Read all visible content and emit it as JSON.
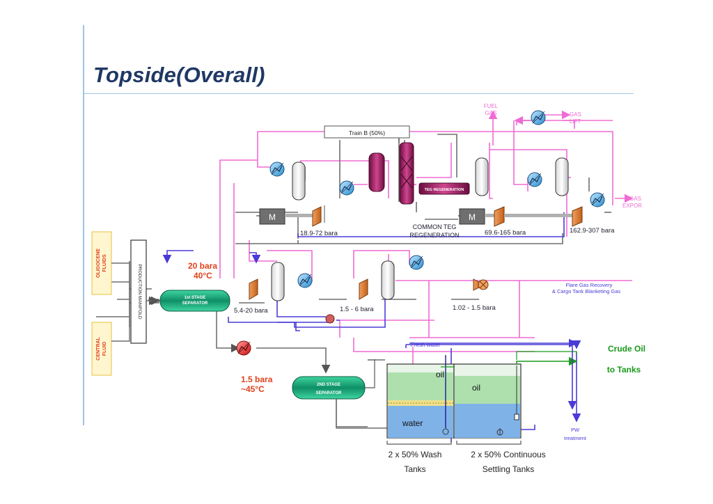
{
  "title": "Topside(Overall)",
  "colors": {
    "pink_line": "#f06bd4",
    "gray_line": "#6f6f6f",
    "blue_line": "#4a3bd6",
    "separator": "#1aa37a",
    "orange_label": "#e0421a",
    "green_label": "#1a9a1a",
    "teg_column": "#8a1456"
  },
  "labels": {
    "fuel_gas": "FUEL\nGAS",
    "gas_lift": "GAS\nLIFT",
    "gas_export": "GAS\nEXPOR",
    "train_b": "Train B (50%)",
    "teg_regeneration": "TEG REGENERATION",
    "motor": "M",
    "p_18_9_72": "18.9-72 bara",
    "common_teg": "COMMON TEG\nREGENERATION",
    "p_69_6_165": "69.6-165 bara",
    "p_162_9_307": "162.9-307 bara",
    "oligocene_fluids": "OLIGOCENE\nFLUIDS",
    "central_fluid": "CENTRAL\nFLUID",
    "production_manifold": "PRODUCTION MANIFOLD",
    "cond1": "20 bara\n40°C",
    "first_stage": "1st STAGE\nSEPARATOR",
    "p_5_4_20": "5.4-20 bara",
    "p_1_5_6": "1.5 - 6 bara",
    "p_1_02_1_5": "1.02 - 1.5 bara",
    "flare_gas": "Flare Gas Recovery\n& Cargo Tank Blanketing Gas",
    "cond2": "1.5 bara\n~45°C",
    "second_stage": "2ND STAGE\nSEPARATOR",
    "fresh_water": "Fresh water",
    "oil": "oil",
    "water": "water",
    "crude_oil": "Crude Oil\nto Tanks",
    "pw_treatment": "PW\ntreatment",
    "wash_tanks": "2 x 50% Wash\nTanks",
    "settling_tanks": "2 x 50% Continuous\nSettling Tanks"
  }
}
